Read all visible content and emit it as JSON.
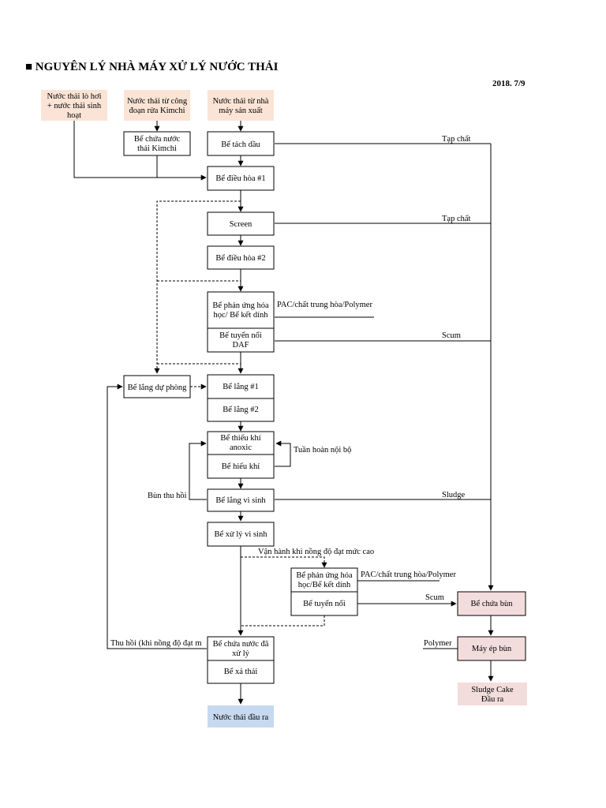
{
  "header": {
    "title": "■ NGUYÊN LÝ NHÀ MÁY XỬ LÝ NƯỚC THẢI",
    "date": "2018. 7/9"
  },
  "colors": {
    "input_fill": "#fbe4d5",
    "sludge_fill": "#f3dcdc",
    "output_fill": "#c6d9f1"
  },
  "nodes": {
    "in_boiler": [
      "Nước thải lò hơi",
      "+ nước thải sinh",
      "hoạt"
    ],
    "in_kimchi": [
      "Nước thải từ công",
      "đoạn rửa Kimchi"
    ],
    "in_factory": [
      "Nước thải từ nhà",
      "máy sản xuất"
    ],
    "tank_kimchi": [
      "Bể chứa nước",
      "thải Kimchi"
    ],
    "oil_sep": [
      "Bể tách dầu"
    ],
    "eq1": [
      "Bể điều hòa #1"
    ],
    "screen": [
      "Screen"
    ],
    "eq2": [
      "Bể điều hòa #2"
    ],
    "chem1": [
      "Bể phản ứng hóa",
      "học/ Bể kết dính"
    ],
    "daf": [
      "Bể tuyển nổi",
      "DAF"
    ],
    "backup": [
      "Bể lắng dự phòng"
    ],
    "settle1": [
      "Bể lắng #1"
    ],
    "settle2": [
      "Bể lắng #2"
    ],
    "anoxic": [
      "Bể thiếu khí",
      "anoxic"
    ],
    "aerobic": [
      "Bể hiếu khí"
    ],
    "bio_settle": [
      "Bể lắng vi sinh"
    ],
    "bio_treat": [
      "Bể xử lý vi sinh"
    ],
    "chem2": [
      "Bể phản ứng hóa",
      "học/Bể kết dính"
    ],
    "float2": [
      "Bể tuyển nổi"
    ],
    "treated_tank": [
      "Bể chứa nước đã",
      "xử lý"
    ],
    "discharge": [
      "Bể xả thải"
    ],
    "outlet": [
      "Nước thải đầu ra"
    ],
    "sludge_tank": [
      "Bể chứa bùn"
    ],
    "press": [
      "Máy ép bùn"
    ],
    "cake": [
      "Sludge Cake",
      "Đầu ra"
    ]
  },
  "labels": {
    "impurity1": "Tạp chất",
    "impurity2": "Tạp chất",
    "pac1": "PAC/chất trung hòa/Polymer",
    "scum1": "Scum",
    "recycle": "Tuần hoàn nội bộ",
    "sludge_return": "Bùn thu hồi",
    "sludge": "Sludge",
    "high_conc": "Vận hành khi nồng độ đạt mức cao",
    "pac2": "PAC/chất trung hòa/Polymer",
    "scum2": "Scum",
    "recovery": "Thu hồi (khi nồng độ đạt m",
    "polymer": "Polymer"
  }
}
